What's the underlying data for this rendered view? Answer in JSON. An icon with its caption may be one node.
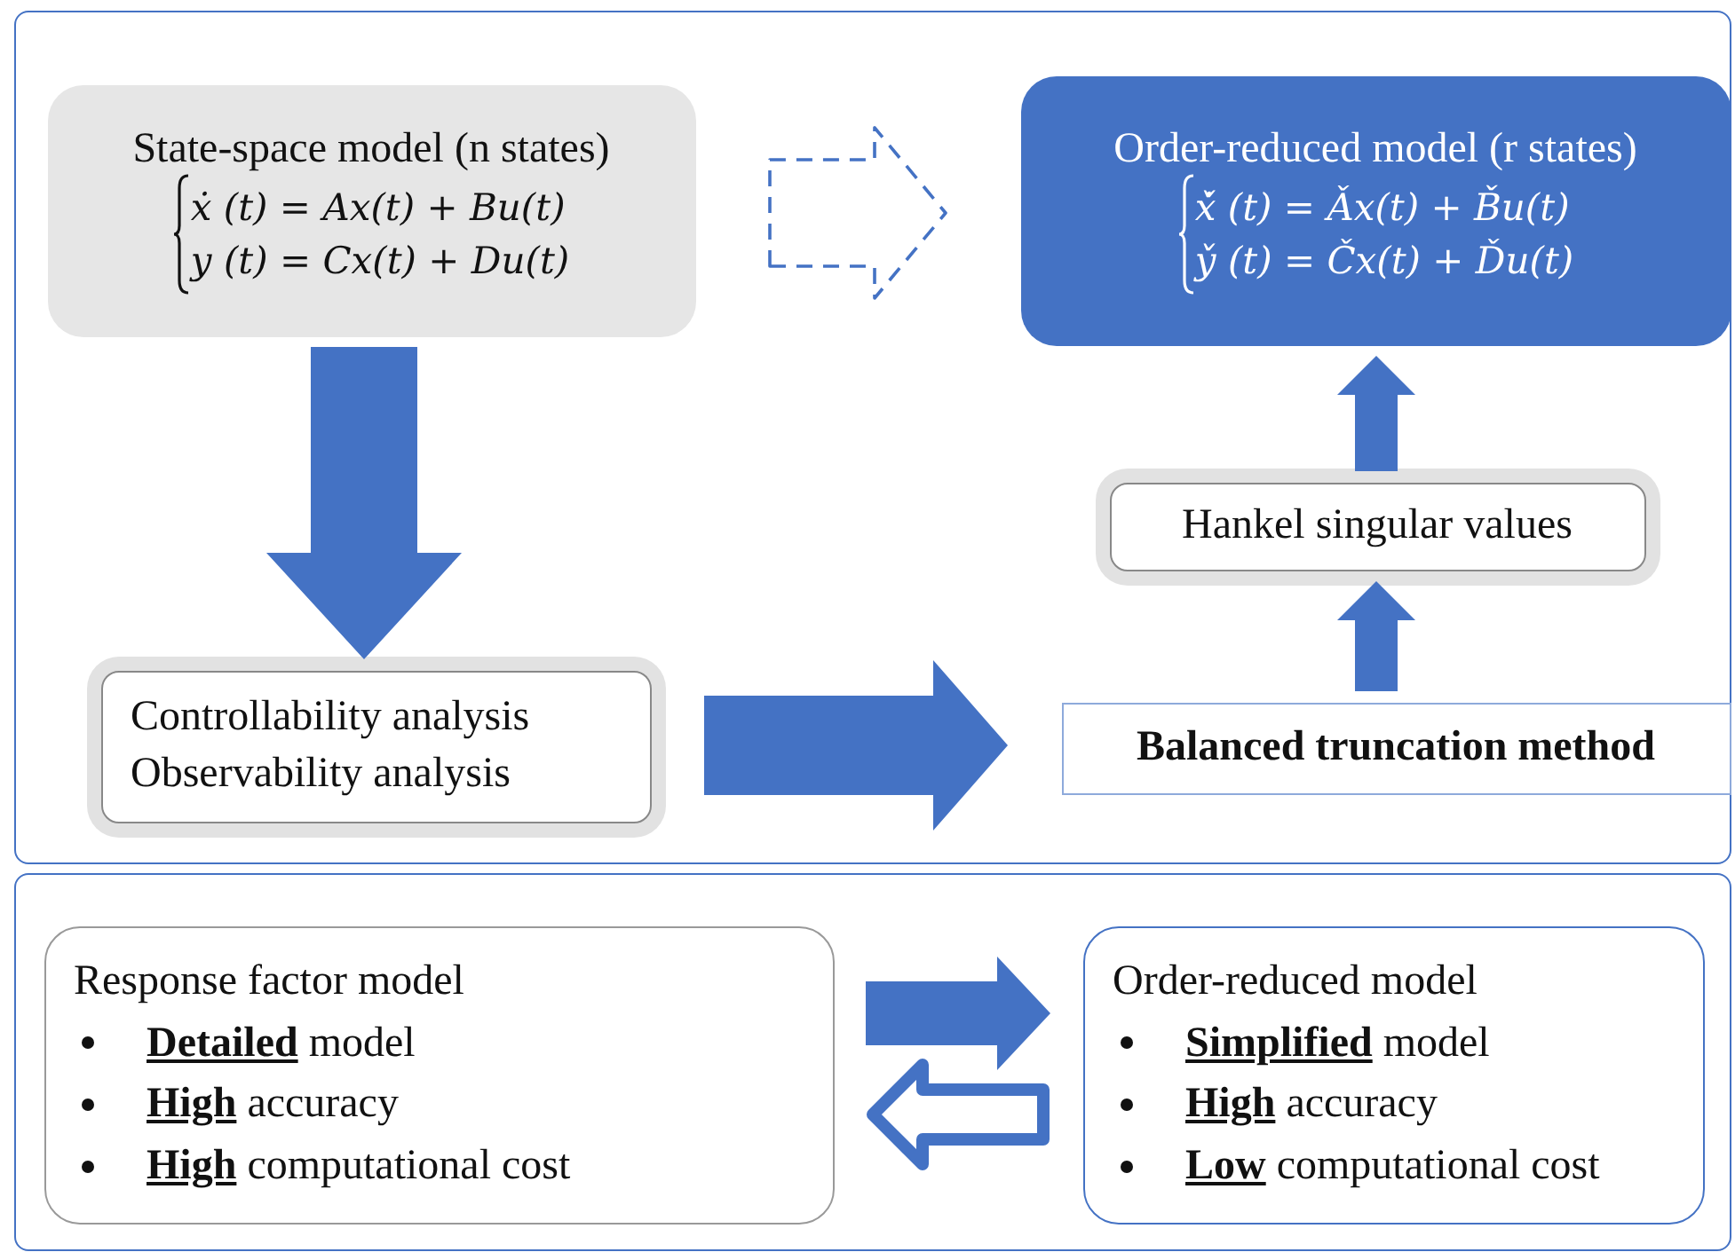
{
  "diagram": {
    "nodes": [
      {
        "text": [],
        "shape": "box"
      },
      {
        "text": [
          "State-space model (n states)",
          "ẋ (t) = Ax(t) + Bu(t)",
          "y (t) = Cx(t) + Du(t)"
        ],
        "in": 0
      },
      {
        "text": [
          "Order-reduced model (r states)",
          "x̌̇ (t) = Ǎx(t) + B̌u(t)",
          "y̌ (t) = Čx(t) + Ďu(t)"
        ],
        "in": 0
      },
      {
        "text": [
          "Controllability analysis",
          "Observability analysis"
        ],
        "in": 0
      },
      {
        "text": [
          "Balanced truncation method"
        ],
        "in": 0
      },
      {
        "text": [
          "Hankel singular values"
        ],
        "in": 0
      },
      {
        "text": [],
        "shape": "box"
      },
      {
        "text": [
          "Response factor model",
          "**Detailed** model",
          "**High** accuracy",
          "**High** computational cost"
        ],
        "in": 6
      },
      {
        "text": [
          "Order-reduced model",
          "**Simplified** model",
          "**High** accuracy",
          "**Low** computational cost"
        ],
        "in": 6
      }
    ],
    "edges": [
      {
        "from": 1,
        "to": 2,
        "arrow": "to",
        "style": "dashed"
      },
      {
        "from": 1,
        "to": 3,
        "arrow": "to"
      },
      {
        "from": 3,
        "to": 4,
        "arrow": "to"
      },
      {
        "from": 4,
        "to": 5,
        "arrow": "to"
      },
      {
        "from": 5,
        "to": 2,
        "arrow": "to"
      },
      {
        "from": 7,
        "to": 8,
        "arrow": "to"
      },
      {
        "from": 8,
        "to": 7,
        "arrow": "to"
      }
    ]
  }
}
